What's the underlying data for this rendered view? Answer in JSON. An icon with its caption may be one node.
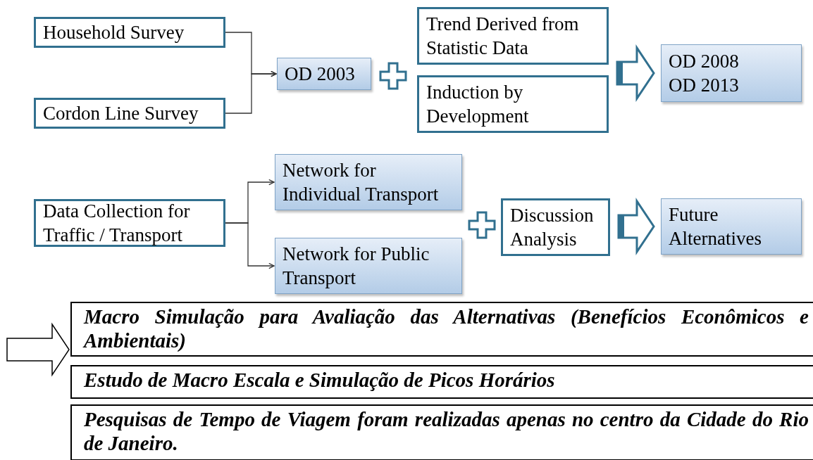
{
  "diagram": {
    "nodes": [
      {
        "text": [
          "Household Survey"
        ]
      },
      {
        "text": [
          "Cordon Line Survey"
        ]
      },
      {
        "text": [
          "OD 2003"
        ]
      },
      {
        "text": [
          "Trend Derived from Statistic Data"
        ]
      },
      {
        "text": [
          "Induction by Development"
        ]
      },
      {
        "text": [
          "OD 2008",
          "OD 2013"
        ]
      },
      {
        "text": [
          "Data Collection for Traffic / Transport"
        ]
      },
      {
        "text": [
          "Network for Individual Transport"
        ]
      },
      {
        "text": [
          "Network for Public Transport"
        ]
      },
      {
        "text": [
          "Discussion Analysis"
        ]
      },
      {
        "text": [
          "Future Alternatives"
        ]
      },
      {
        "text": [
          "Macro Simulação para Avaliação das Alternativas (Benefícios Econômicos e Ambientais)"
        ]
      },
      {
        "text": [
          "Estudo de Macro Escala e Simulação de Picos Horários"
        ]
      },
      {
        "text": [
          "Pesquisas de Tempo de Viagem foram realizadas apenas no centro da Cidade do Rio de Janeiro."
        ]
      }
    ],
    "edges": [
      {
        "from": 0,
        "to": 2,
        "arrow": "to"
      },
      {
        "from": 1,
        "to": 2,
        "arrow": "to"
      },
      {
        "from": 6,
        "to": 7,
        "arrow": "to"
      },
      {
        "from": 6,
        "to": 8,
        "arrow": "to"
      },
      {
        "from": 3,
        "to": 5,
        "arrow": "to",
        "style": "thick"
      },
      {
        "from": 4,
        "to": 5,
        "arrow": "to",
        "style": "thick"
      },
      {
        "from": 9,
        "to": 10,
        "arrow": "to",
        "style": "thick"
      },
      {
        "from": null,
        "to": 11,
        "arrow": "to",
        "style": "thick",
        "color": "#000000"
      }
    ]
  }
}
